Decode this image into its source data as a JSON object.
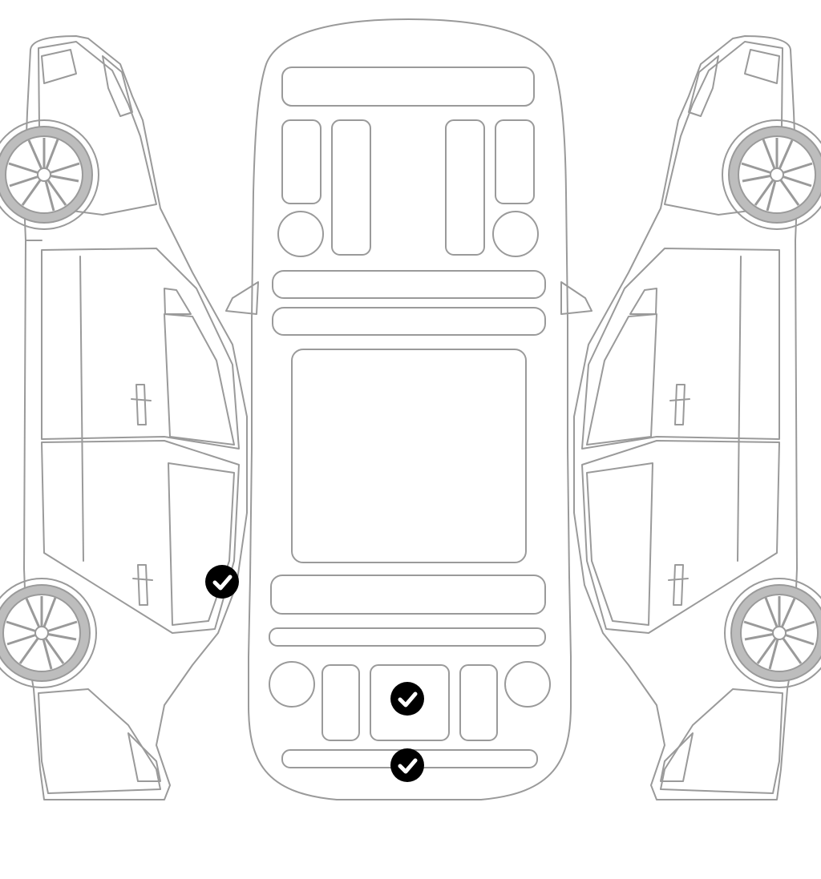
{
  "colors": {
    "body_fill": "#ececee",
    "panel_fill": "#ffffff",
    "outline": "#9a9a9a",
    "glass": "#d2d2d4",
    "tire": "#bdbdbd",
    "marker_fill": "#000000",
    "marker_check": "#ffffff"
  },
  "views": [
    "left-side-view",
    "top-view",
    "right-side-view"
  ],
  "damage_markers": [
    {
      "part": "left-rear-door",
      "icon": "check-icon",
      "status": "checked"
    },
    {
      "part": "trunk-lid",
      "icon": "check-icon",
      "status": "checked"
    },
    {
      "part": "rear-bumper",
      "icon": "check-icon",
      "status": "checked"
    }
  ]
}
